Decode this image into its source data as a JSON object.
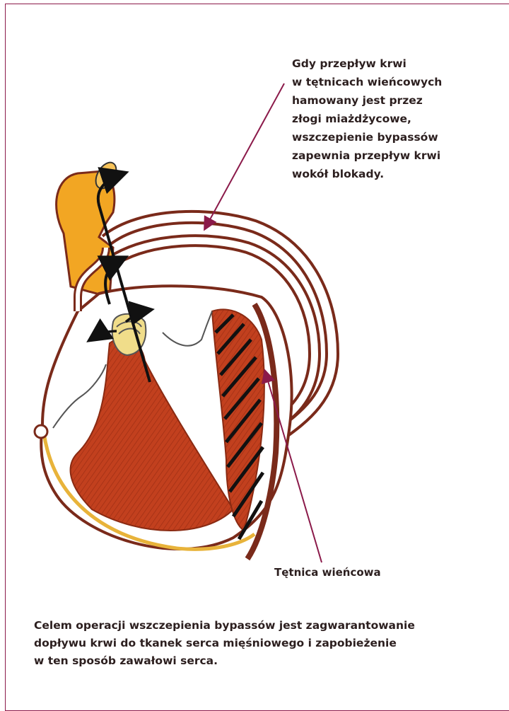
{
  "annotations": {
    "bypass_note": "Gdy przepływ krwi\nw tętnicach wieńcowych\nhamowany jest przez\nzłogi miażdżycowe,\nwszczepienie bypassów\nzapewnia przepływ krwi\nwokół blokady.",
    "artery_label": "Tętnica wieńcowa"
  },
  "caption": "Celem operacji wszczepienia bypassów jest zagwarantowanie\ndopływu krwi do tkanek serca mięśniowego i zapobieżenie\nw ten sposób zawałowi serca.",
  "colors": {
    "frame": "#8b1a4a",
    "muscle": "#c2401e",
    "vessel": "#7a2a1a",
    "aorta": "#f2a623",
    "valve": "#f0dd8a",
    "pointer": "#8b1a4a"
  }
}
